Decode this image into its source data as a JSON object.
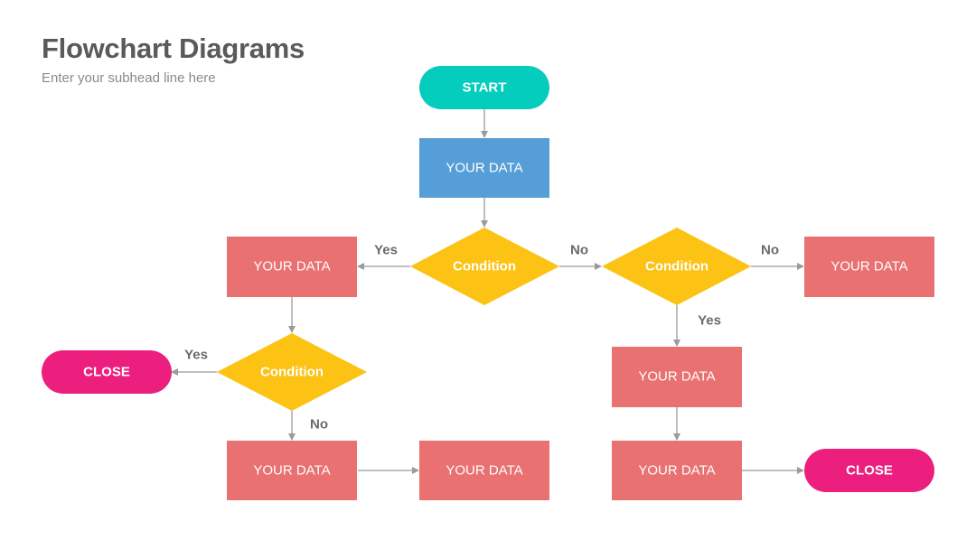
{
  "header": {
    "title": "Flowchart Diagrams",
    "subtitle": "Enter your subhead line here"
  },
  "colors": {
    "start": "#05cdbd",
    "process_blue": "#559ed7",
    "process_red": "#e97171",
    "decision": "#fcc214",
    "terminator": "#ec1f7e",
    "connector": "#9b9b9b",
    "label_text": "#6a6a6a"
  },
  "nodes": {
    "start": "START",
    "data_main": "YOUR DATA",
    "cond_center": "Condition",
    "data_left": "YOUR DATA",
    "cond_right": "Condition",
    "data_far_right": "YOUR DATA",
    "cond_left": "Condition",
    "close_left": "CLOSE",
    "data_bottom_left": "YOUR DATA",
    "data_bottom_mid": "YOUR DATA",
    "data_right_mid": "YOUR DATA",
    "data_bottom_right": "YOUR DATA",
    "close_right": "CLOSE"
  },
  "edge_labels": {
    "center_yes": "Yes",
    "center_no": "No",
    "right_no": "No",
    "right_yes": "Yes",
    "left_yes": "Yes",
    "left_no": "No"
  }
}
